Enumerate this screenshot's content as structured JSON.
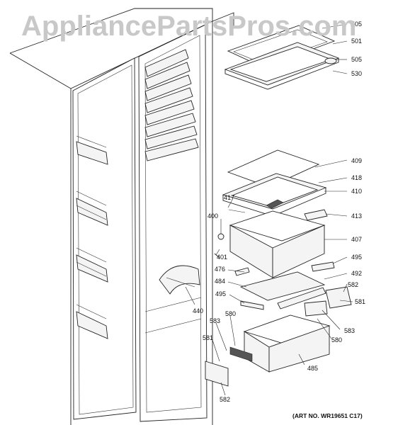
{
  "watermark": "AppliancePartsPros.com",
  "art_number": "(ART NO. WR19651 C17)",
  "part_labels": [
    "505",
    "501",
    "505",
    "530",
    "409",
    "418",
    "410",
    "417",
    "413",
    "400",
    "407",
    "401",
    "495",
    "476",
    "492",
    "484",
    "582",
    "495",
    "581",
    "440",
    "580",
    "583",
    "583",
    "580",
    "581",
    "485",
    "582"
  ]
}
